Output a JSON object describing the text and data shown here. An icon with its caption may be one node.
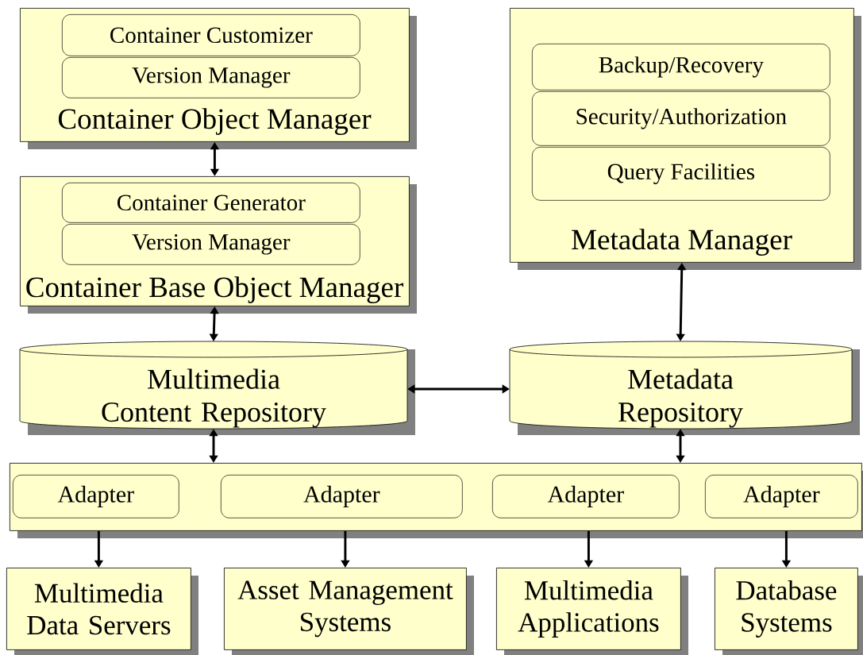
{
  "diagram": {
    "nodes": [
      {
        "text": [
          "Container Object Manager"
        ]
      },
      {
        "text": [
          "Container Customizer"
        ],
        "in": 0
      },
      {
        "text": [
          "Version Manager"
        ],
        "in": 0
      },
      {
        "text": [
          "Container Base Object Manager"
        ]
      },
      {
        "text": [
          "Container Generator"
        ],
        "in": 3
      },
      {
        "text": [
          "Version Manager"
        ],
        "in": 3
      },
      {
        "text": [
          "Metadata Manager"
        ]
      },
      {
        "text": [
          "Backup/Recovery"
        ],
        "in": 6
      },
      {
        "text": [
          "Security/Authorization"
        ],
        "in": 6
      },
      {
        "text": [
          "Query Facilities"
        ],
        "in": 6
      },
      {
        "text": [
          "Multimedia Content Repository"
        ]
      },
      {
        "text": [
          "Metadata Repository"
        ]
      },
      {
        "text": [],
        "shape": "bar"
      },
      {
        "text": [
          "Adapter"
        ],
        "in": 12
      },
      {
        "text": [
          "Adapter"
        ],
        "in": 12
      },
      {
        "text": [
          "Adapter"
        ],
        "in": 12
      },
      {
        "text": [
          "Adapter"
        ],
        "in": 12
      },
      {
        "text": [
          "Multimedia Data Servers"
        ]
      },
      {
        "text": [
          "Asset Management Systems"
        ]
      },
      {
        "text": [
          "Multimedia Applications"
        ]
      },
      {
        "text": [
          "Database Systems"
        ]
      }
    ],
    "edges": [
      {
        "from": 0,
        "to": 3,
        "arrow": "both"
      },
      {
        "from": 3,
        "to": 10,
        "arrow": "both"
      },
      {
        "from": 6,
        "to": 11,
        "arrow": "both"
      },
      {
        "from": 10,
        "to": 11,
        "arrow": "both"
      },
      {
        "from": 10,
        "to": 12,
        "arrow": "both"
      },
      {
        "from": 11,
        "to": 12,
        "arrow": "both"
      },
      {
        "from": 12,
        "to": 17,
        "arrow": "to"
      },
      {
        "from": 12,
        "to": 18,
        "arrow": "to"
      },
      {
        "from": 12,
        "to": 19,
        "arrow": "to"
      },
      {
        "from": 12,
        "to": 20,
        "arrow": "to"
      }
    ]
  }
}
